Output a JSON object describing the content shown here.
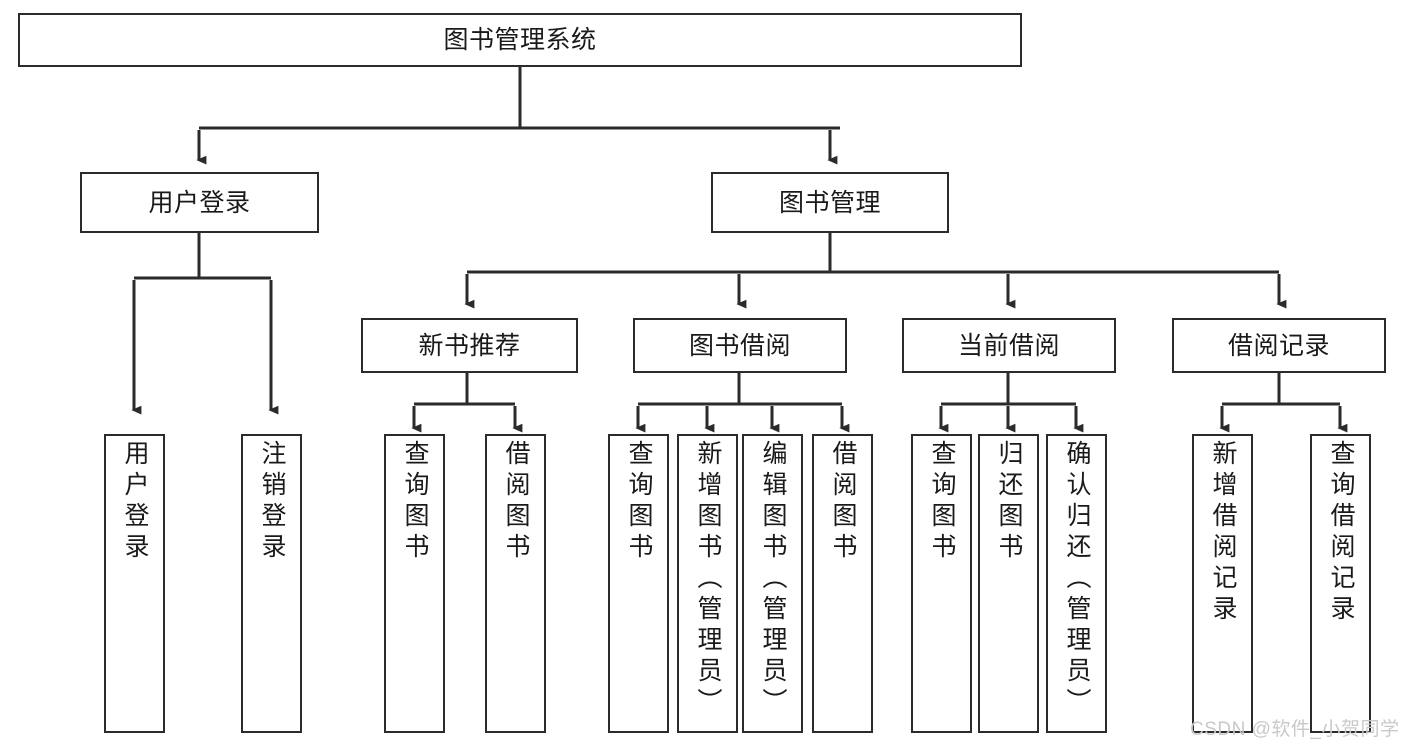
{
  "diagram": {
    "title": "图书管理系统",
    "type": "hierarchy-tree",
    "watermark": "CSDN @软件_小贺同学",
    "colors": {
      "stroke": "#2b2b2b",
      "fill": "#ffffff",
      "text": "#1a1a1a",
      "watermark": "#c9c9c9"
    },
    "nodes": {
      "root": {
        "label": "图书管理系统",
        "level": 0
      },
      "level1": [
        {
          "id": "user-login",
          "label": "用户登录"
        },
        {
          "id": "book-manage",
          "label": "图书管理"
        }
      ],
      "level2": [
        {
          "id": "new-book-recommend",
          "label": "新书推荐",
          "parent": "book-manage"
        },
        {
          "id": "book-borrow",
          "label": "图书借阅",
          "parent": "book-manage"
        },
        {
          "id": "current-borrow",
          "label": "当前借阅",
          "parent": "book-manage"
        },
        {
          "id": "borrow-record",
          "label": "借阅记录",
          "parent": "book-manage"
        }
      ],
      "leaves": [
        {
          "id": "leaf-user-login",
          "label": "用户登录",
          "parent": "user-login"
        },
        {
          "id": "leaf-logout",
          "label": "注销登录",
          "parent": "user-login"
        },
        {
          "id": "leaf-query-book-1",
          "label": "查询图书",
          "parent": "new-book-recommend"
        },
        {
          "id": "leaf-borrow-book-1",
          "label": "借阅图书",
          "parent": "new-book-recommend"
        },
        {
          "id": "leaf-query-book-2",
          "label": "查询图书",
          "parent": "book-borrow"
        },
        {
          "id": "leaf-add-book",
          "label": "新增图书（管理员）",
          "parent": "book-borrow"
        },
        {
          "id": "leaf-edit-book",
          "label": "编辑图书（管理员）",
          "parent": "book-borrow"
        },
        {
          "id": "leaf-borrow-book-2",
          "label": "借阅图书",
          "parent": "book-borrow"
        },
        {
          "id": "leaf-query-book-3",
          "label": "查询图书",
          "parent": "current-borrow"
        },
        {
          "id": "leaf-return-book",
          "label": "归还图书",
          "parent": "current-borrow"
        },
        {
          "id": "leaf-confirm-return",
          "label": "确认归还（管理员）",
          "parent": "current-borrow"
        },
        {
          "id": "leaf-add-record",
          "label": "新增借阅记录",
          "parent": "borrow-record"
        },
        {
          "id": "leaf-query-record",
          "label": "查询借阅记录",
          "parent": "borrow-record"
        }
      ]
    }
  }
}
